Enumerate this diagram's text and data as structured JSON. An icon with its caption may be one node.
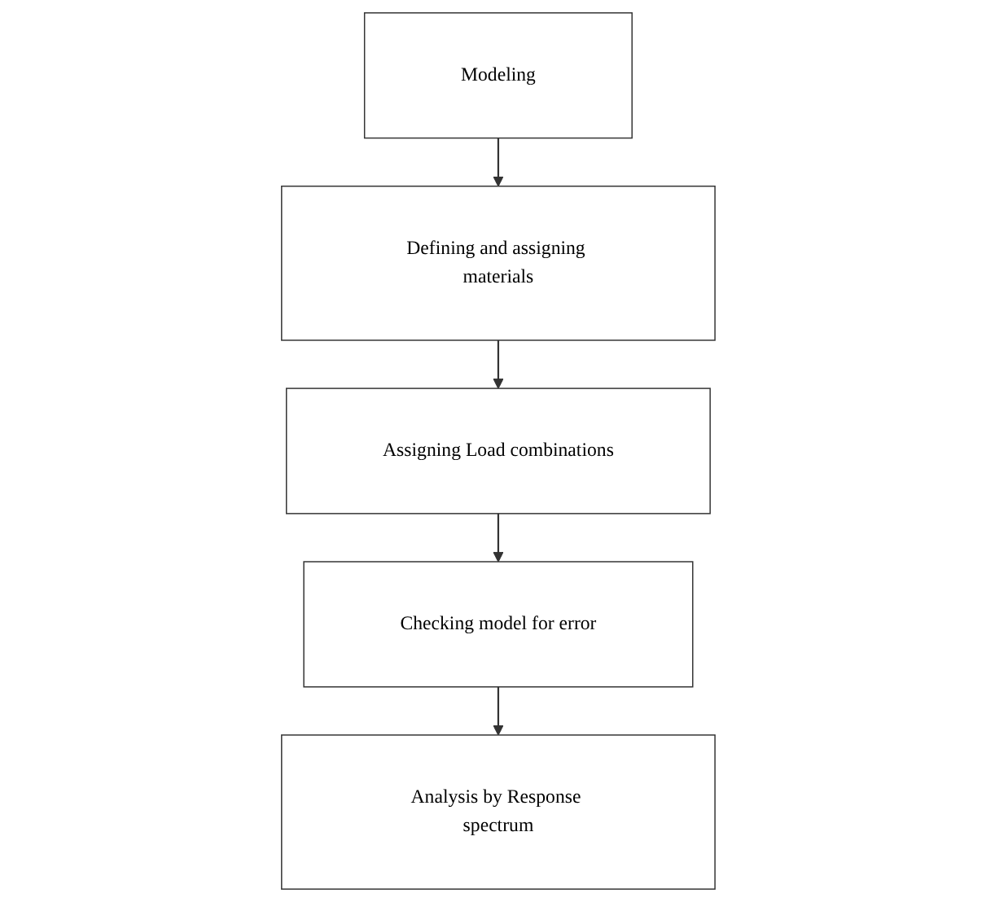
{
  "diagram": {
    "nodes": [
      {
        "text": [
          "Modeling"
        ]
      },
      {
        "text": [
          "Defining and assigning materials"
        ]
      },
      {
        "text": [
          "Assigning Load combinations"
        ]
      },
      {
        "text": [
          "Checking model for error"
        ]
      },
      {
        "text": [
          "Analysis by Response spectrum"
        ]
      }
    ],
    "edges": [
      {
        "from": 0,
        "to": 1,
        "arrow": "to"
      },
      {
        "from": 1,
        "to": 2,
        "arrow": "to"
      },
      {
        "from": 2,
        "to": 3,
        "arrow": "to"
      },
      {
        "from": 3,
        "to": 4,
        "arrow": "to"
      }
    ]
  }
}
